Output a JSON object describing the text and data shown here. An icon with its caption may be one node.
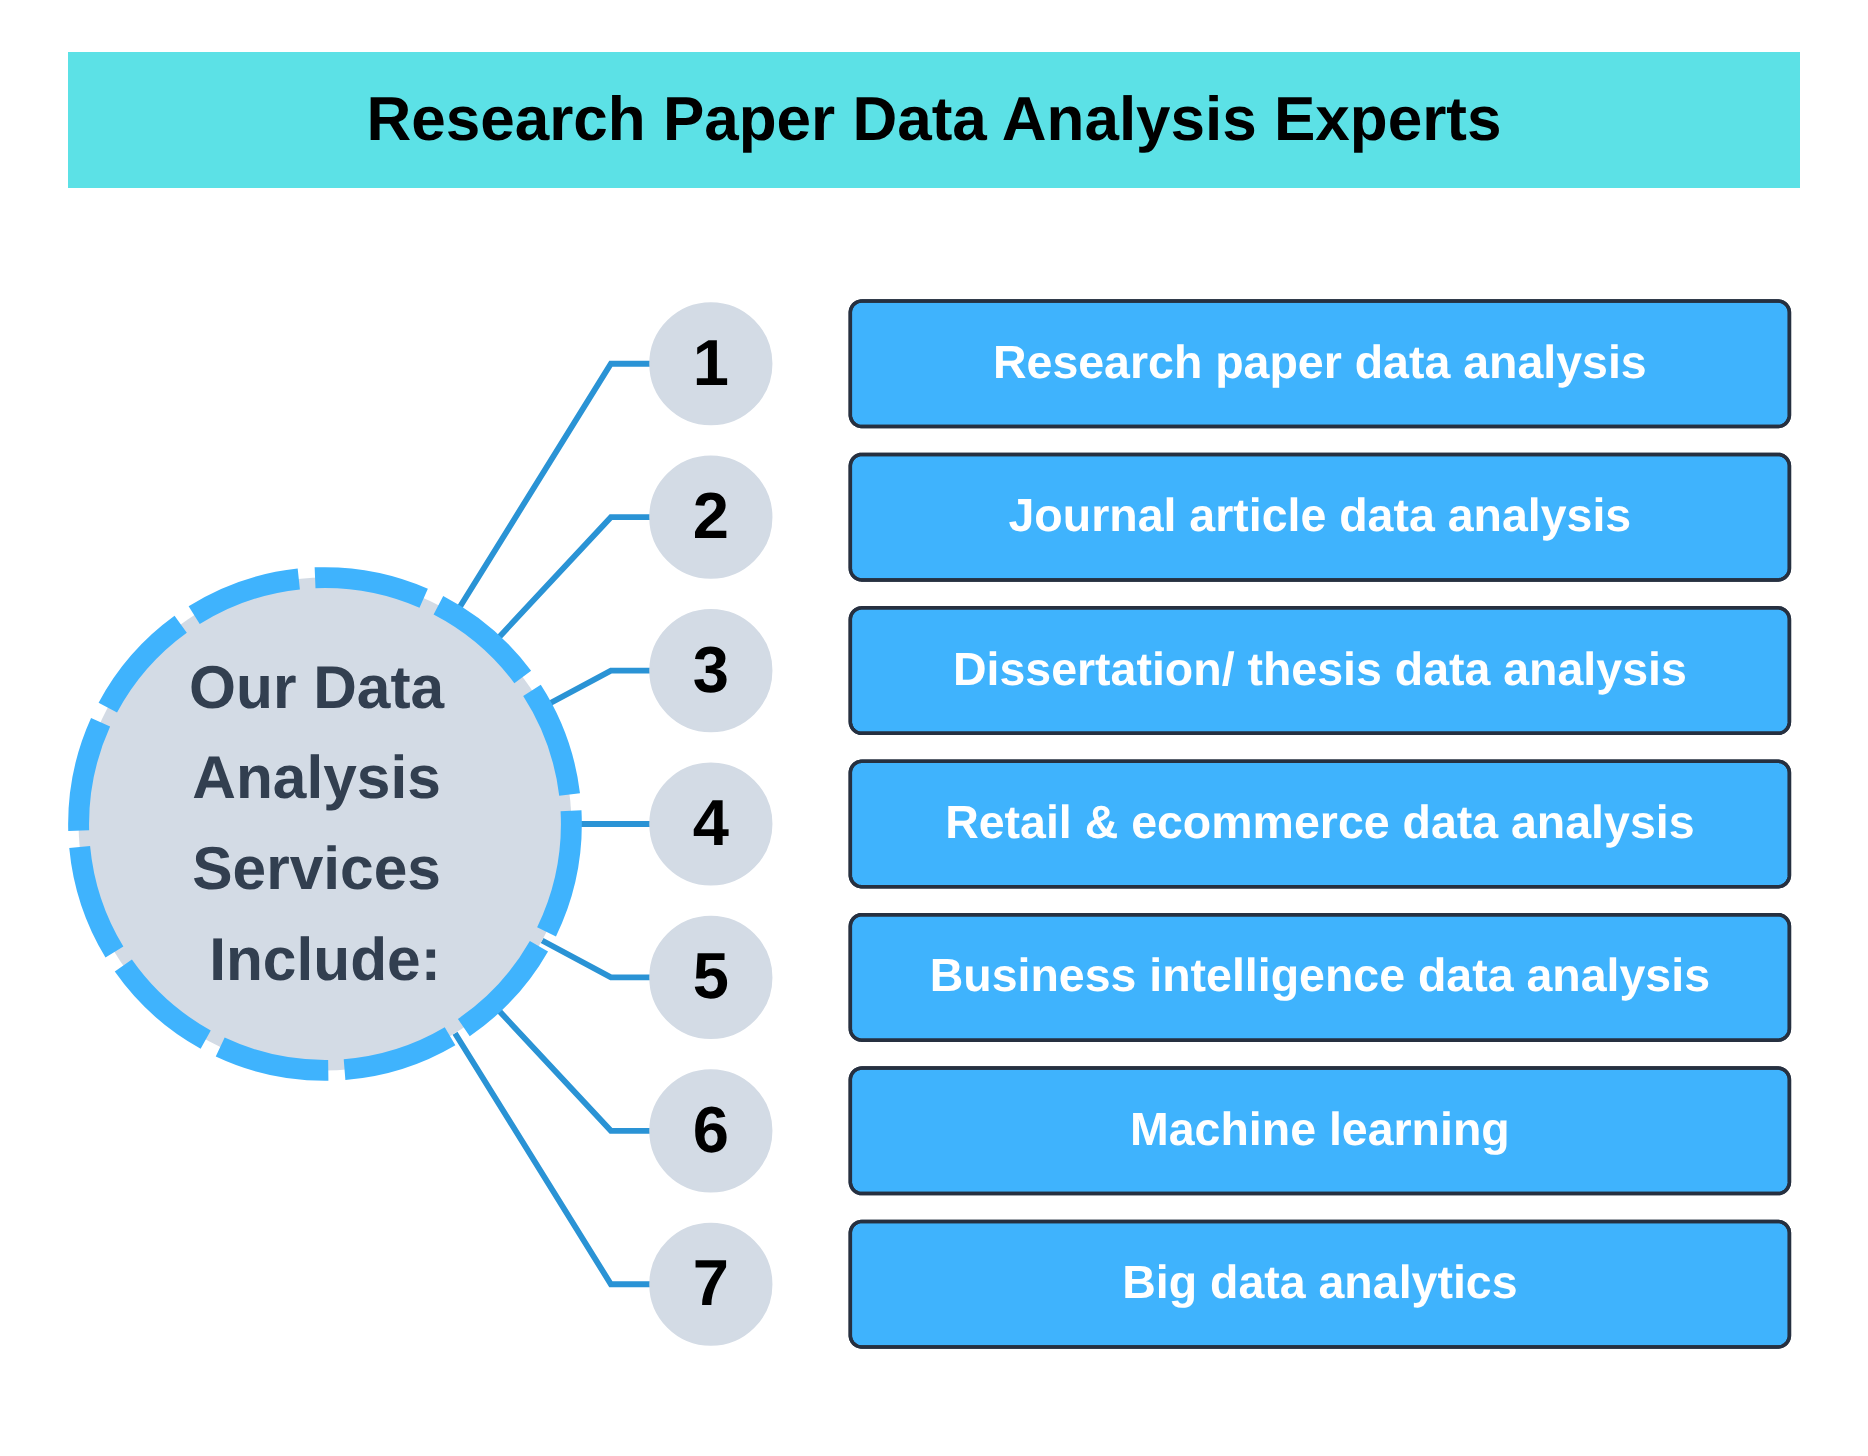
{
  "diagram": {
    "title": "Research Paper Data Analysis Experts",
    "nodes": [
      {
        "text": [
          "Our Data Analysis Services Include:"
        ]
      },
      {
        "text": [
          "1"
        ]
      },
      {
        "text": [
          "Research paper data analysis"
        ]
      },
      {
        "text": [
          "2"
        ]
      },
      {
        "text": [
          "Journal article data analysis"
        ]
      },
      {
        "text": [
          "3"
        ]
      },
      {
        "text": [
          "Dissertation/ thesis data analysis"
        ]
      },
      {
        "text": [
          "4"
        ]
      },
      {
        "text": [
          "Retail & ecommerce data analysis"
        ]
      },
      {
        "text": [
          "5"
        ]
      },
      {
        "text": [
          "Business intelligence data analysis"
        ]
      },
      {
        "text": [
          "6"
        ]
      },
      {
        "text": [
          "Machine learning"
        ]
      },
      {
        "text": [
          "7"
        ]
      },
      {
        "text": [
          "Big data analytics"
        ]
      }
    ],
    "edges": [
      {
        "from": 0,
        "to": 1,
        "arrow": "none"
      },
      {
        "from": 0,
        "to": 3,
        "arrow": "none"
      },
      {
        "from": 0,
        "to": 5,
        "arrow": "none"
      },
      {
        "from": 0,
        "to": 7,
        "arrow": "none"
      },
      {
        "from": 0,
        "to": 9,
        "arrow": "none"
      },
      {
        "from": 0,
        "to": 11,
        "arrow": "none"
      },
      {
        "from": 0,
        "to": 13,
        "arrow": "none"
      }
    ]
  }
}
